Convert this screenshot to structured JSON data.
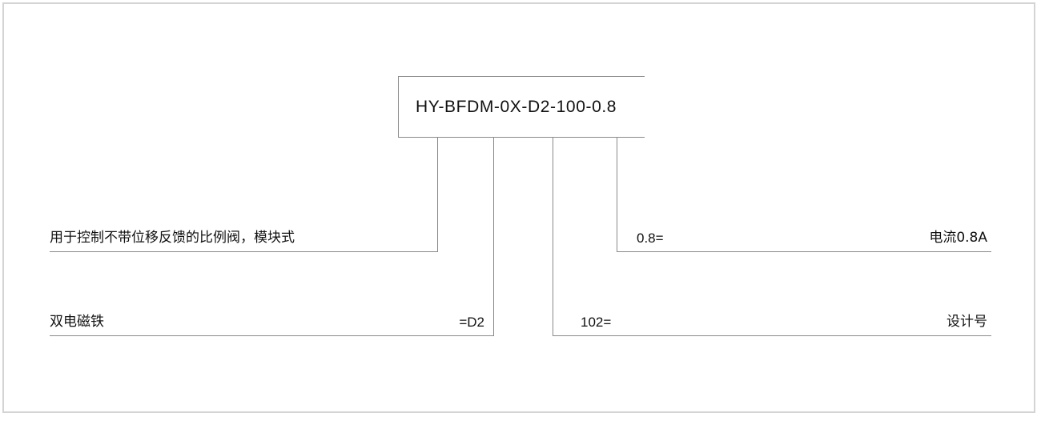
{
  "diagram": {
    "type": "model-code-designation",
    "model_code": "HY-BFDM-0X-D2-100-0.8",
    "callouts": {
      "function": {
        "code": "",
        "description": "用于控制不带位移反馈的比例阀，模块式"
      },
      "solenoid": {
        "code": "=D2",
        "description": "双电磁铁"
      },
      "current": {
        "code": "0.8=",
        "description": "电流0.8A"
      },
      "design_number": {
        "code": "102=",
        "description": "设计号"
      }
    },
    "colors": {
      "line": "#8a8a8a",
      "text": "#111111",
      "page_border": "#d4d4d4",
      "background": "#ffffff"
    }
  }
}
